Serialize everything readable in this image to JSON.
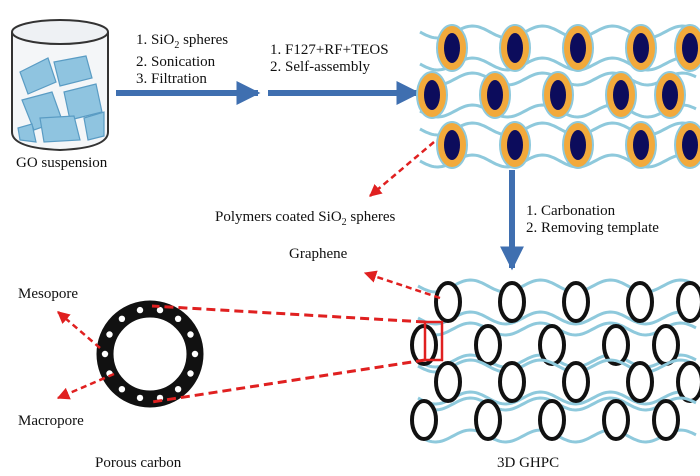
{
  "beaker": {
    "caption": "GO suspension"
  },
  "arrow1": {
    "steps": [
      "1. SiO",
      "2. Sonication",
      "3. Filtration"
    ],
    "step1_sub": "2",
    "step1_tail": " spheres"
  },
  "arrow2": {
    "steps": [
      "1. F127+RF+TEOS",
      "2. Self-assembly"
    ]
  },
  "arrow3": {
    "steps": [
      "1. Carbonation",
      "2. Removing template"
    ]
  },
  "labels": {
    "polymers": "Polymers coated SiO",
    "polymers_sub": "2",
    "polymers_tail": " spheres",
    "graphene": "Graphene",
    "mesopore": "Mesopore",
    "macropore": "Macropore",
    "porous_carbon": "Porous carbon",
    "ghpc": "3D GHPC"
  },
  "colors": {
    "arrow_blue": "#3f6fb0",
    "graphene_wave": "#8ec9dc",
    "coating": "#f2a93b",
    "silica_core": "#0c0c5c",
    "pore_ring": "#111111",
    "red_dashed": "#e02020"
  }
}
